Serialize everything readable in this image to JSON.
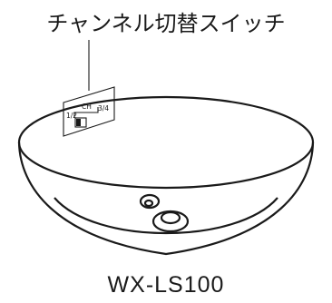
{
  "callout": {
    "label": "チャンネル切替スイッチ"
  },
  "switch_panel": {
    "ch_label": "CH",
    "left_label": "1/2",
    "right_label": "3/4"
  },
  "device": {
    "model": "WX-LS100"
  },
  "colors": {
    "line": "#1a1a1a",
    "background": "#ffffff"
  }
}
